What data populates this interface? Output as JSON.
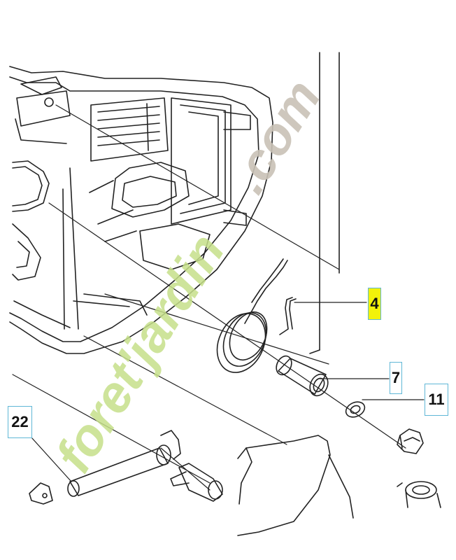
{
  "diagram": {
    "callouts": [
      {
        "id": "c4",
        "label": "4",
        "highlight": "#f2f20a"
      },
      {
        "id": "c7",
        "label": "7"
      },
      {
        "id": "c11",
        "label": "11"
      },
      {
        "id": "c22",
        "label": "22"
      }
    ],
    "watermark": {
      "text_green": "foret'jardin",
      "text_grey": ".com",
      "color_green": "#c6e08a",
      "color_grey": "#c9c2b6"
    },
    "line_color": "#222222"
  }
}
